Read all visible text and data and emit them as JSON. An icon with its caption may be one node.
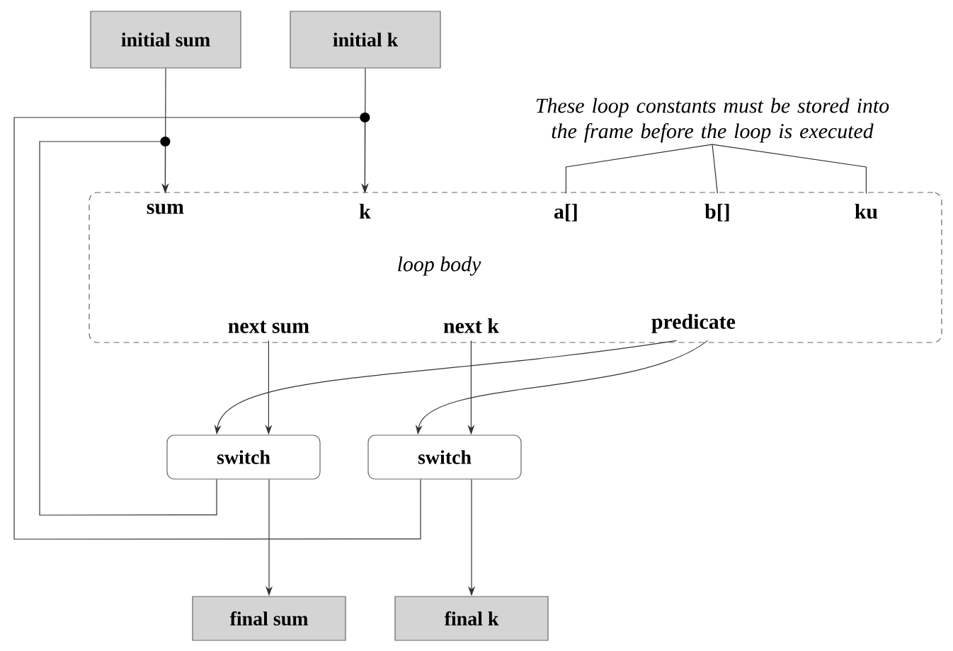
{
  "diagram": {
    "nodes": [
      {
        "text": [
          "initial sum"
        ]
      },
      {
        "text": [
          "initial k"
        ]
      },
      {
        "text": [
          "These loop constants must be stored into the frame before the loop is executed"
        ]
      },
      {
        "text": [
          "loop body"
        ]
      },
      {
        "text": [
          "sum"
        ],
        "in": 3
      },
      {
        "text": [
          "k"
        ],
        "in": 3
      },
      {
        "text": [
          "a[]"
        ],
        "in": 3
      },
      {
        "text": [
          "b[]"
        ],
        "in": 3
      },
      {
        "text": [
          "ku"
        ],
        "in": 3
      },
      {
        "text": [
          "next sum"
        ],
        "in": 3
      },
      {
        "text": [
          "next k"
        ],
        "in": 3
      },
      {
        "text": [
          "predicate"
        ],
        "in": 3
      },
      {
        "text": [
          "switch"
        ]
      },
      {
        "text": [
          "switch"
        ]
      },
      {
        "text": [
          "final sum"
        ]
      },
      {
        "text": [
          "final k"
        ]
      }
    ],
    "edges": [
      {
        "from": 0,
        "to": 4,
        "arrow": "to"
      },
      {
        "from": 1,
        "to": 5,
        "arrow": "to"
      },
      {
        "from": 12,
        "to": 4,
        "arrow": "to"
      },
      {
        "from": 13,
        "to": 5,
        "arrow": "to"
      },
      {
        "from": 2,
        "to": 6,
        "arrow": "none"
      },
      {
        "from": 2,
        "to": 7,
        "arrow": "none"
      },
      {
        "from": 2,
        "to": 8,
        "arrow": "none"
      },
      {
        "from": 9,
        "to": 12,
        "arrow": "to"
      },
      {
        "from": 10,
        "to": 13,
        "arrow": "to"
      },
      {
        "from": 11,
        "to": 12,
        "arrow": "to"
      },
      {
        "from": 11,
        "to": 13,
        "arrow": "to"
      },
      {
        "from": 12,
        "to": 14,
        "arrow": "to"
      },
      {
        "from": 13,
        "to": 15,
        "arrow": "to"
      }
    ]
  }
}
